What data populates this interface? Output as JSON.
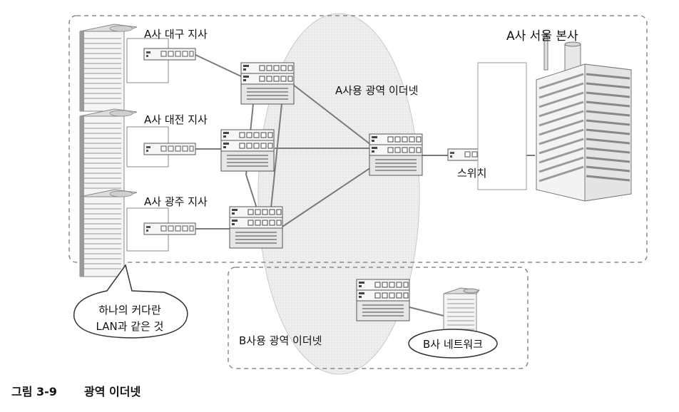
{
  "diagram": {
    "branches": [
      {
        "id": "daegu",
        "label": "A사 대구 지사"
      },
      {
        "id": "daejeon",
        "label": "A사 대전 지사"
      },
      {
        "id": "gwangju",
        "label": "A사 광주 지사"
      }
    ],
    "hq_label": "A사 서울 본사",
    "a_ethernet_label": "A사용 광역 이더넷",
    "switch_label": "스위치",
    "speech_line1": "하나의 커다란",
    "speech_line2": "LAN과 같은 것",
    "b_ethernet_label": "B사용 광역 이더넷",
    "b_network_label": "B사 네트워크"
  },
  "caption": {
    "number": "그림 3-9",
    "title": "광역 이더넷"
  },
  "colors": {
    "line": "#7a7a7a",
    "cloud": "#ebebeb",
    "dashed": "#8a8a8a",
    "device": "#f2f2f2"
  }
}
